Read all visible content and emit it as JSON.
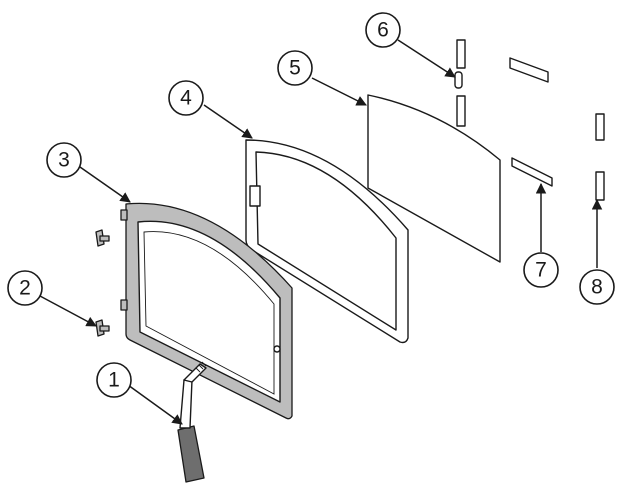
{
  "callouts": [
    {
      "label": "1"
    },
    {
      "label": "2"
    },
    {
      "label": "3"
    },
    {
      "label": "4"
    },
    {
      "label": "5"
    },
    {
      "label": "6"
    },
    {
      "label": "7"
    },
    {
      "label": "8"
    }
  ],
  "colors": {
    "line": "#1a1a1a",
    "glass": "#ffffff",
    "frame_fill": "#bdbdbd",
    "handle_fill": "#6e6e6e"
  }
}
